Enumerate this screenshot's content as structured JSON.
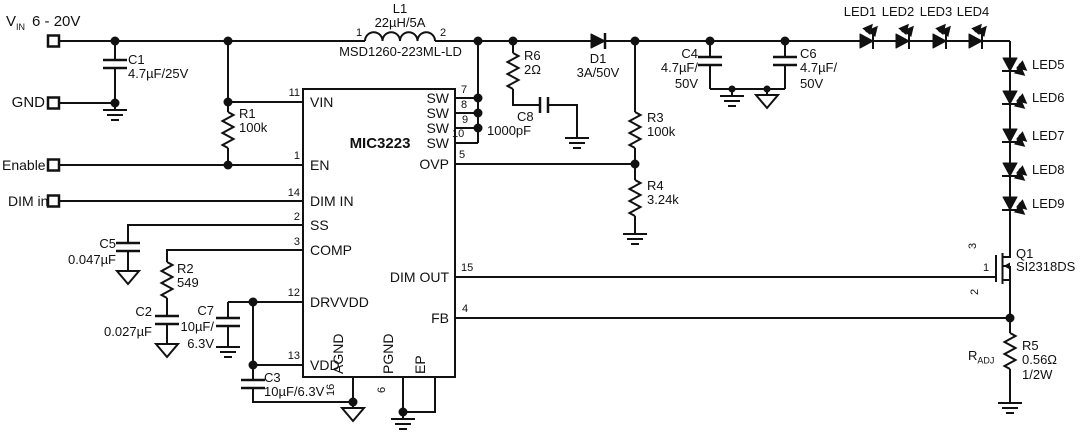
{
  "terminals": {
    "vin_v": "V",
    "vin_sub": "IN",
    "vin_range": "6 - 20V",
    "gnd": "GND",
    "enable": "Enable",
    "dim_in": "DIM in"
  },
  "ic": {
    "name": "MIC3223",
    "left_pins": [
      {
        "num": "11",
        "name": "VIN"
      },
      {
        "num": "1",
        "name": "EN"
      },
      {
        "num": "14",
        "name": "DIM IN"
      },
      {
        "num": "2",
        "name": "SS"
      },
      {
        "num": "3",
        "name": "COMP"
      },
      {
        "num": "12",
        "name": "DRVVDD"
      },
      {
        "num": "13",
        "name": "VDD"
      }
    ],
    "right_pins": [
      {
        "num": "7",
        "name": "SW"
      },
      {
        "num": "8",
        "name": "SW"
      },
      {
        "num": "9",
        "name": "SW"
      },
      {
        "num": "10",
        "name": "SW"
      },
      {
        "num": "5",
        "name": "OVP"
      },
      {
        "num": "15",
        "name": "DIM OUT"
      },
      {
        "num": "4",
        "name": "FB"
      }
    ],
    "bottom_pins": [
      {
        "num": "16",
        "name": "AGND"
      },
      {
        "num": "6",
        "name": "PGND"
      },
      {
        "num": "",
        "name": "EP"
      }
    ]
  },
  "components": {
    "c1": {
      "ref": "C1",
      "value": "4.7µF/25V"
    },
    "r1": {
      "ref": "R1",
      "value": "100k"
    },
    "l1": {
      "ref": "L1",
      "value": "22µH/5A",
      "part": "MSD1260-223ML-LD",
      "pin1": "1",
      "pin2": "2"
    },
    "r6": {
      "ref": "R6",
      "value": "2Ω"
    },
    "c8": {
      "ref": "C8",
      "value": "1000pF"
    },
    "d1": {
      "ref": "D1",
      "value": "3A/50V"
    },
    "r3": {
      "ref": "R3",
      "value": "100k"
    },
    "r4": {
      "ref": "R4",
      "value": "3.24k"
    },
    "c4": {
      "ref": "C4",
      "value_line1": "4.7µF/",
      "value_line2": "50V"
    },
    "c6": {
      "ref": "C6",
      "value_line1": "4.7µF/",
      "value_line2": "50V"
    },
    "c5": {
      "ref": "C5",
      "value": "0.047µF"
    },
    "r2": {
      "ref": "R2",
      "value": "549"
    },
    "c2": {
      "ref": "C2",
      "value": "0.027µF"
    },
    "c7": {
      "ref": "C7",
      "value_line1": "10µF/",
      "value_line2": "6.3V"
    },
    "c3": {
      "ref": "C3",
      "value": "10µF/6.3V"
    },
    "q1": {
      "ref": "Q1",
      "part": "SI2318DS",
      "pin_drain": "3",
      "pin_gate": "1",
      "pin_source": "2"
    },
    "r5": {
      "ref": "R5",
      "value": "0.56Ω",
      "power": "1/2W",
      "adj_prefix": "R",
      "adj_sub": "ADJ"
    }
  },
  "leds": {
    "top": [
      "LED1",
      "LED2",
      "LED3",
      "LED4"
    ],
    "side": [
      "LED5",
      "LED6",
      "LED7",
      "LED8",
      "LED9"
    ]
  },
  "colors": {
    "line": "#111111",
    "background": "#ffffff"
  }
}
